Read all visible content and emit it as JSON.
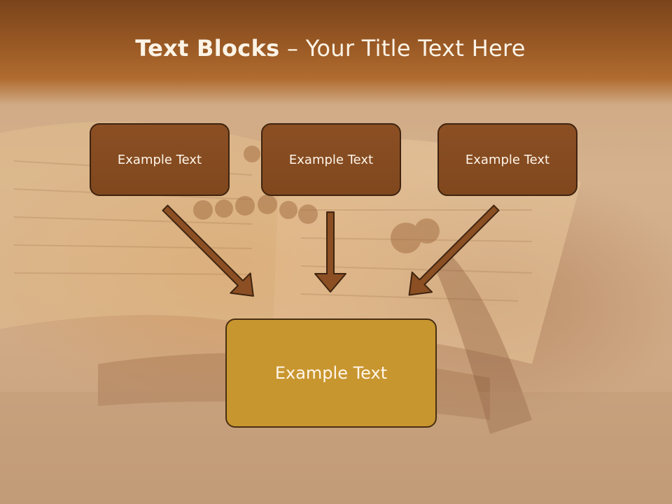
{
  "slide": {
    "title_bold": "Text Blocks",
    "title_separator": " – ",
    "title_rest": "Your Title Text Here",
    "blocks": [
      {
        "label": "Example Text"
      },
      {
        "label": "Example Text"
      },
      {
        "label": "Example Text"
      }
    ],
    "target_block": {
      "label": "Example Text"
    }
  },
  "colors": {
    "header": "#9b5a25",
    "small_box_fill": "#8b4f23",
    "big_box_fill": "#c8962f",
    "arrow_fill": "#8b4f23",
    "border": "#3f2410"
  }
}
